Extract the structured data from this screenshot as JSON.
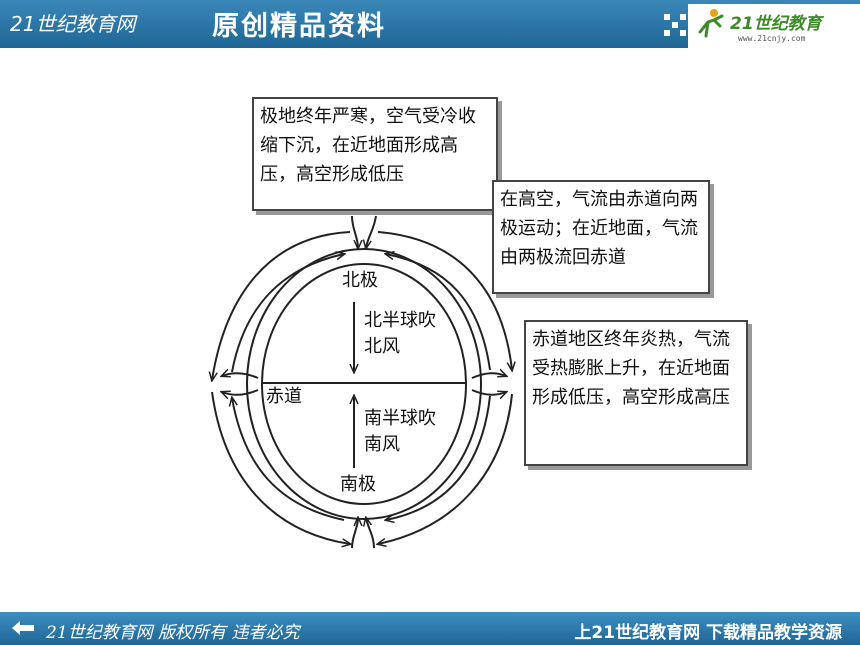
{
  "header": {
    "site_name": "21世纪教育网",
    "slogan": "原创精品资料",
    "logo_text": "21世纪教育",
    "logo_url": "www.21cnjy.com"
  },
  "diagram": {
    "box_polar": "极地终年严寒，空气受冷收缩下沉，在近地面形成高压，高空形成低压",
    "box_circulation": "在高空，气流由赤道向两极运动；在近地面，气流由两极流回赤道",
    "box_equator": "赤道地区终年炎热，气流受热膨胀上升，在近地面形成低压，高空形成高压",
    "label_north_pole": "北极",
    "label_south_pole": "南极",
    "label_equator": "赤道",
    "label_north_wind_1": "北半球吹",
    "label_north_wind_2": "北风",
    "label_south_wind_1": "南半球吹",
    "label_south_wind_2": "南风"
  },
  "footer": {
    "copyright": "21世纪教育网  版权所有  违者必究",
    "promo": "上21世纪教育网  下载精品教学资源"
  },
  "colors": {
    "header_blue": "#2a76a8",
    "logo_green": "#3d8a2a"
  }
}
